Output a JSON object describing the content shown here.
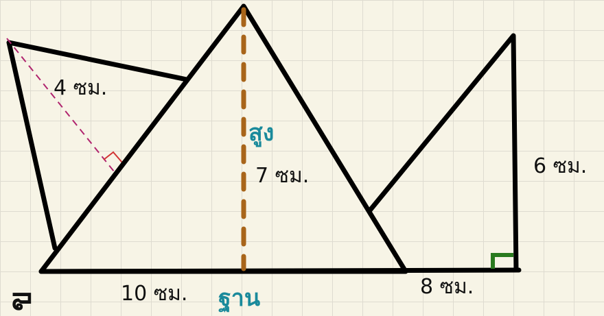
{
  "labels": {
    "slant_height": "4 ซม.",
    "main_height": "7 ซม.",
    "main_height_word": "สูง",
    "main_base": "10 ซม.",
    "main_base_word": "ฐาน",
    "right_height": "6 ซม.",
    "right_base": "8 ซม.",
    "corner_mark": "ข"
  },
  "colors": {
    "outline": "#000000",
    "height_dash": "#a8651a",
    "slant_dash": "#b0246e",
    "teal_text": "#1a8a9b",
    "right_angle_green": "#2a7a1f",
    "right_angle_red": "#d23333",
    "grid": "#dedbd0",
    "background": "#f7f4e6"
  }
}
